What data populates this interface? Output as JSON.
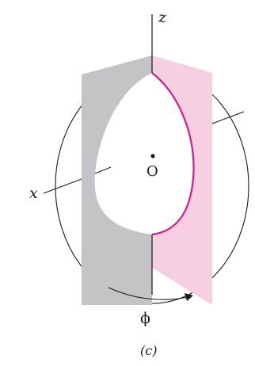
{
  "labels": {
    "z_axis": "z",
    "x_axis": "x",
    "origin": "O",
    "angle": "ϕ",
    "panel": "(c)"
  },
  "colors": {
    "left_half_plane": "#c4c4c6",
    "right_half_plane": "#f6d0e1",
    "curve": "#e0148c",
    "line": "#1a1a1a",
    "background": "#ffffff"
  }
}
